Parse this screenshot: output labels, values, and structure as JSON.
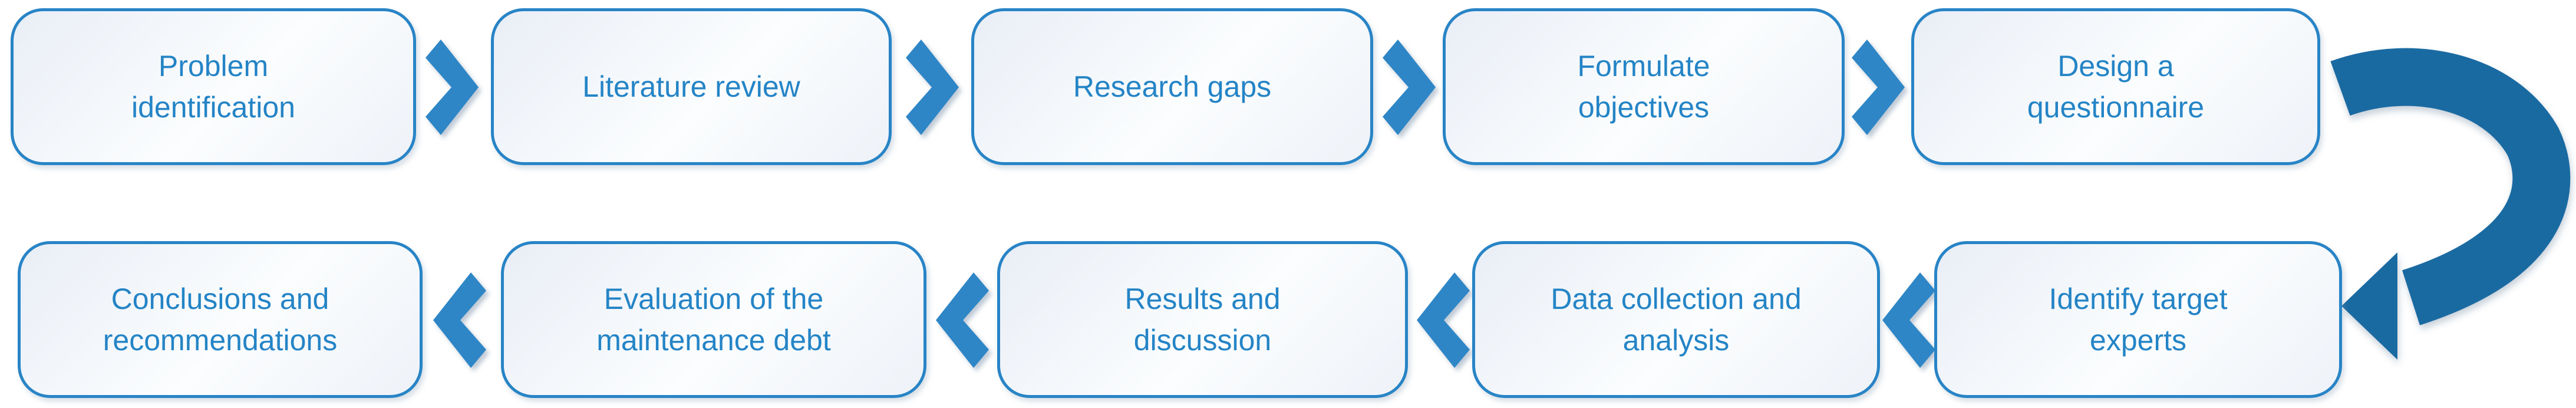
{
  "flow": {
    "top_row": [
      {
        "label": "Problem\nidentification"
      },
      {
        "label": "Literature review"
      },
      {
        "label": "Research gaps"
      },
      {
        "label": "Formulate\nobjectives"
      },
      {
        "label": "Design a\nquestionnaire"
      }
    ],
    "bottom_row": [
      {
        "label": "Conclusions and\nrecommendations"
      },
      {
        "label": "Evaluation of the\nmaintenance debt"
      },
      {
        "label": "Results and\ndiscussion"
      },
      {
        "label": "Data collection and\nanalysis"
      },
      {
        "label": "Identify target\nexperts"
      }
    ]
  },
  "colors": {
    "box_border": "#2884C6",
    "box_text": "#2484C6",
    "chevron": "#2E86C6",
    "curved_arrow": "#1A6AA2",
    "box_fill_start": "#E9EEF6",
    "box_fill_mid": "#FBFDFE",
    "box_fill_end": "#EEF2F8"
  }
}
